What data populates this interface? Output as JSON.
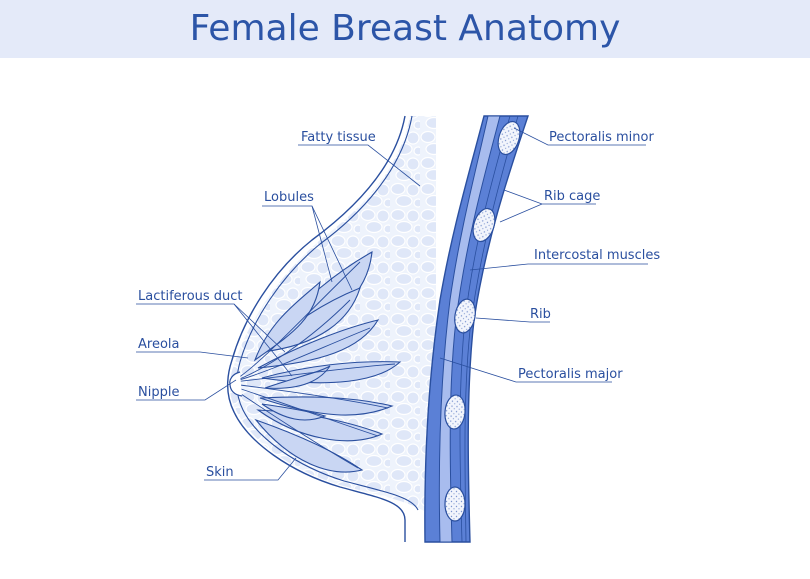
{
  "title": "Female Breast Anatomy",
  "labels": {
    "fatty_tissue": "Fatty tissue",
    "lobules": "Lobules",
    "lactiferous_duct": "Lactiferous duct",
    "areola": "Areola",
    "nipple": "Nipple",
    "skin": "Skin",
    "pectoralis_minor": "Pectoralis minor",
    "rib_cage": "Rib cage",
    "intercostal_muscles": "Intercostal muscles",
    "rib": "Rib",
    "pectoralis_major": "Pectoralis major"
  },
  "colors": {
    "outline": "#2a4f9f",
    "muscle_fill": "#5b80d6",
    "muscle_light": "#a8bcee",
    "fat_fill": "#eaf0fb",
    "lobule_fill": "#c9d6f3",
    "title_bg": "#e4eaf9"
  }
}
